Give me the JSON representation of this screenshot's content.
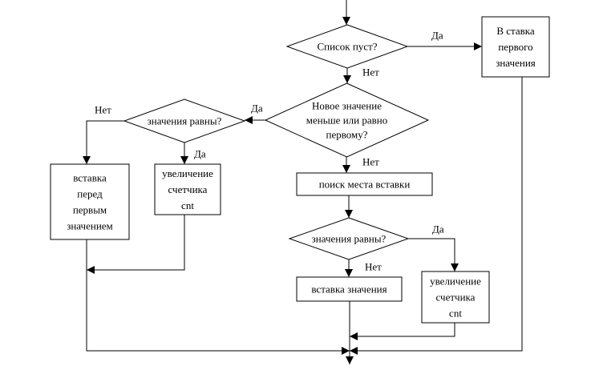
{
  "nodes": {
    "d_empty": {
      "type": "decision",
      "lines": [
        "Список пуст?"
      ]
    },
    "b_first": {
      "type": "process",
      "lines": [
        "В ставка",
        "первого",
        "значения"
      ]
    },
    "d_new": {
      "type": "decision",
      "lines": [
        "Новое значение",
        "меньше или равно",
        "первому?"
      ]
    },
    "d_eq_left": {
      "type": "decision",
      "lines": [
        "значения равны?"
      ]
    },
    "b_insert_before": {
      "type": "process",
      "lines": [
        "вставка",
        "перед",
        "первым",
        "значением"
      ]
    },
    "b_inc_left": {
      "type": "process",
      "lines": [
        "увеличение",
        "счетчика",
        "cnt"
      ]
    },
    "b_search": {
      "type": "process",
      "lines": [
        "поиск места вставки"
      ]
    },
    "d_eq_right": {
      "type": "decision",
      "lines": [
        "значения равны?"
      ]
    },
    "b_insert": {
      "type": "process",
      "lines": [
        "вставка значения"
      ]
    },
    "b_inc_right": {
      "type": "process",
      "lines": [
        "увеличение",
        "счетчика",
        "cnt"
      ]
    }
  },
  "edge_labels": {
    "empty_yes": "Да",
    "empty_no": "Нет",
    "new_yes": "Да",
    "new_no": "Нет",
    "eq_left_no": "Нет",
    "eq_left_yes": "Да",
    "eq_right_yes": "Да",
    "eq_right_no": "Нет"
  }
}
